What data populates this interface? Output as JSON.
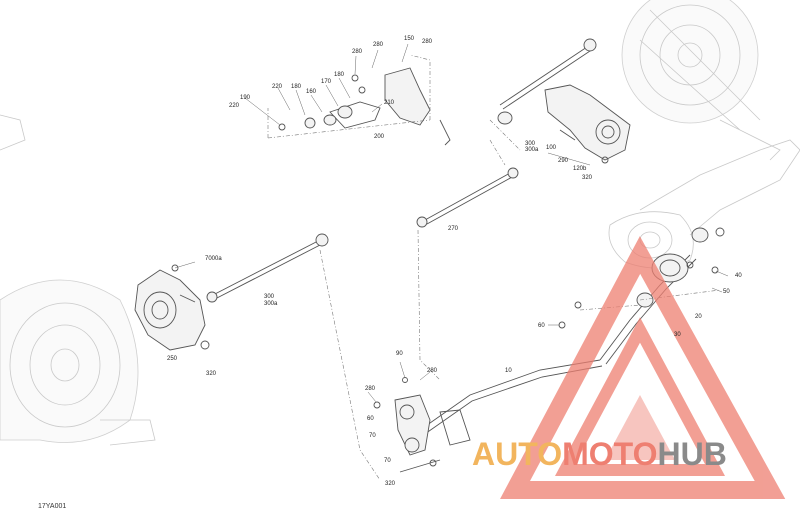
{
  "diagram": {
    "document_reference": "17YA001",
    "callouts": [
      {
        "id": "c-150",
        "text": "150"
      },
      {
        "id": "c-280a",
        "text": "280"
      },
      {
        "id": "c-280b",
        "text": "280"
      },
      {
        "id": "c-280c",
        "text": "280"
      },
      {
        "id": "c-190",
        "text": "190"
      },
      {
        "id": "c-220a",
        "text": "220"
      },
      {
        "id": "c-220b",
        "text": "220"
      },
      {
        "id": "c-180a",
        "text": "180"
      },
      {
        "id": "c-160",
        "text": "160"
      },
      {
        "id": "c-170",
        "text": "170"
      },
      {
        "id": "c-180b",
        "text": "180"
      },
      {
        "id": "c-210",
        "text": "210"
      },
      {
        "id": "c-200",
        "text": "200"
      },
      {
        "id": "c-300a",
        "text": "300"
      },
      {
        "id": "c-300a-a",
        "text": "300a"
      },
      {
        "id": "c-100",
        "text": "100"
      },
      {
        "id": "c-290",
        "text": "290"
      },
      {
        "id": "c-120",
        "text": "120b"
      },
      {
        "id": "c-320a",
        "text": "320"
      },
      {
        "id": "c-270",
        "text": "270"
      },
      {
        "id": "c-7000a",
        "text": "7000a"
      },
      {
        "id": "c-300b",
        "text": "300"
      },
      {
        "id": "c-300b-a",
        "text": "300a"
      },
      {
        "id": "c-250",
        "text": "250"
      },
      {
        "id": "c-320b",
        "text": "320"
      },
      {
        "id": "c-90",
        "text": "90"
      },
      {
        "id": "c-280d",
        "text": "280"
      },
      {
        "id": "c-60a",
        "text": "60"
      },
      {
        "id": "c-70a",
        "text": "70"
      },
      {
        "id": "c-70b",
        "text": "70"
      },
      {
        "id": "c-320c",
        "text": "320"
      },
      {
        "id": "c-280e",
        "text": "280"
      },
      {
        "id": "c-10",
        "text": "10"
      },
      {
        "id": "c-60b",
        "text": "60"
      },
      {
        "id": "c-20",
        "text": "20"
      },
      {
        "id": "c-30",
        "text": "30"
      },
      {
        "id": "c-40",
        "text": "40"
      },
      {
        "id": "c-50",
        "text": "50"
      }
    ]
  },
  "watermark": {
    "part1": "AUTO",
    "part2": "MOTO",
    "part3": "HUB",
    "color1": "#f2b55e",
    "color2": "#ee7f71",
    "color3": "#8a8a8a"
  }
}
